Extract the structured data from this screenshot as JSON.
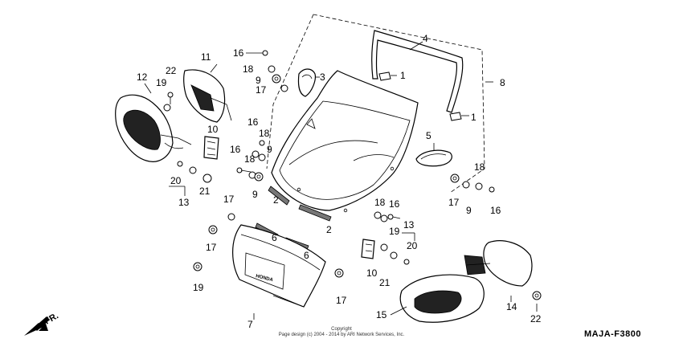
{
  "diagram": {
    "code": "MAJA-F3800",
    "direction_label": "FR.",
    "emblem_text": "HONDA",
    "copyright_label": "Copyright",
    "copyright_line": "Page design (c) 2004 - 2014 by ARI Network Services, Inc."
  },
  "callouts": {
    "c1a": "1",
    "c1b": "1",
    "c2a": "2",
    "c2b": "2",
    "c3": "3",
    "c4": "4",
    "c5": "5",
    "c6a": "6",
    "c6b": "6",
    "c7": "7",
    "c8": "8",
    "c9a": "9",
    "c9b": "9",
    "c9c": "9",
    "c9d": "9",
    "c10a": "10",
    "c10b": "10",
    "c11": "11",
    "c12": "12",
    "c13a": "13",
    "c13b": "13",
    "c14": "14",
    "c15": "15",
    "c16a": "16",
    "c16b": "16",
    "c16c": "16",
    "c16d": "16",
    "c16e": "16",
    "c17a": "17",
    "c17b": "17",
    "c17c": "17",
    "c17d": "17",
    "c17e": "17",
    "c18a": "18",
    "c18b": "18",
    "c18c": "18",
    "c18d": "18",
    "c18e": "18",
    "c19a": "19",
    "c19b": "19",
    "c19c": "19",
    "c20a": "20",
    "c20b": "20",
    "c21a": "21",
    "c21b": "21",
    "c22a": "22",
    "c22b": "22"
  }
}
